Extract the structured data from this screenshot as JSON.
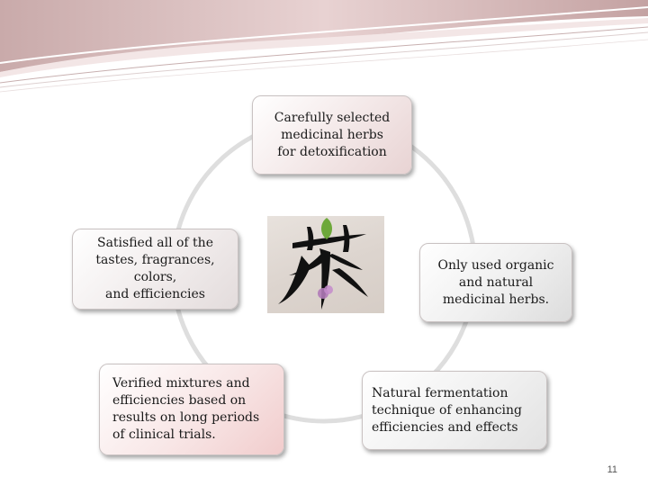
{
  "nodes": {
    "top": "Carefully selected\nmedicinal herbs\nfor detoxification",
    "left": "Satisfied all of the\ntastes, fragrances,\ncolors,\nand efficiencies",
    "right": "Only used organic\nand natural\nmedicinal herbs.",
    "bottom_left": "Verified mixtures and\nefficiencies based on\nresults on long periods\nof clinical trials.",
    "bottom_right": "Natural fermentation\ntechnique of enhancing\nefficiencies and effects"
  },
  "center_image": {
    "icon": "tea-calligraphy-icon",
    "glyph": "茶"
  },
  "page_number": "11",
  "colors": {
    "swoosh_dark": "#b89a9a",
    "swoosh_light": "#e9d6d6",
    "ring": "#dedede",
    "ink": "#111111",
    "leaf": "#6da83a",
    "flower": "#b07ab8"
  }
}
